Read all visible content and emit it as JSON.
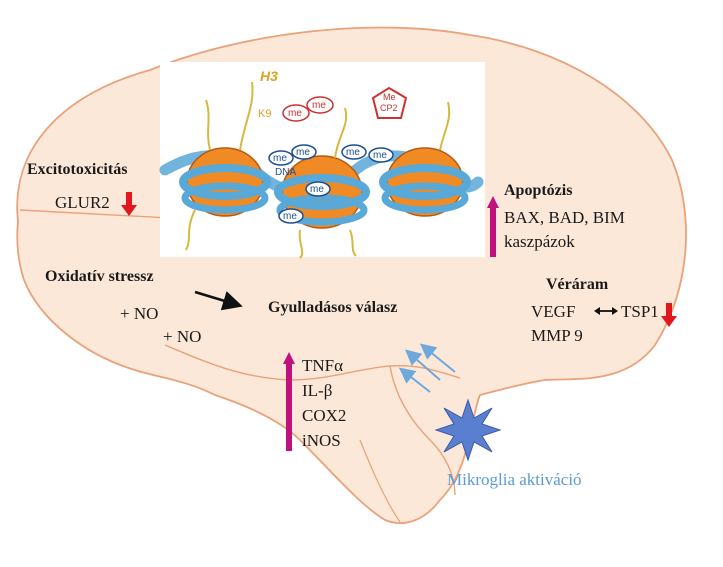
{
  "colors": {
    "brain_fill": "#fce8d8",
    "brain_stroke": "#e9a27a",
    "up_arrow": "#c0127e",
    "down_arrow": "#e3151d",
    "microglia_text": "#5b9bd5",
    "histone": "#ef8a25",
    "dna": "#58a8d8"
  },
  "inset": {
    "h3": "H3",
    "k9": "K9",
    "me_labels": [
      "me",
      "me",
      "me",
      "me",
      "me",
      "me",
      "me",
      "me"
    ],
    "meCP2_line1": "Me",
    "meCP2_line2": "CP2",
    "dna": "DNA"
  },
  "excitotoxicity": {
    "title": "Excitotoxicitás",
    "item": "GLUR2"
  },
  "apoptosis": {
    "title": "Apoptózis",
    "line1": "BAX, BAD, BIM",
    "line2": "kaszpázok"
  },
  "oxidative": {
    "title": "Oxidatív stressz",
    "no1": "+ NO",
    "no2": "+ NO"
  },
  "inflammation": {
    "title": "Gyulladásos válasz",
    "items": [
      "TNFα",
      "IL-β",
      "COX2",
      "iNOS"
    ]
  },
  "blood_flow": {
    "title": "Véráram",
    "vegf": "VEGF",
    "tsp1": "TSP1",
    "mmp": "MMP 9"
  },
  "microglia": {
    "label": "Mikroglia aktiváció"
  }
}
